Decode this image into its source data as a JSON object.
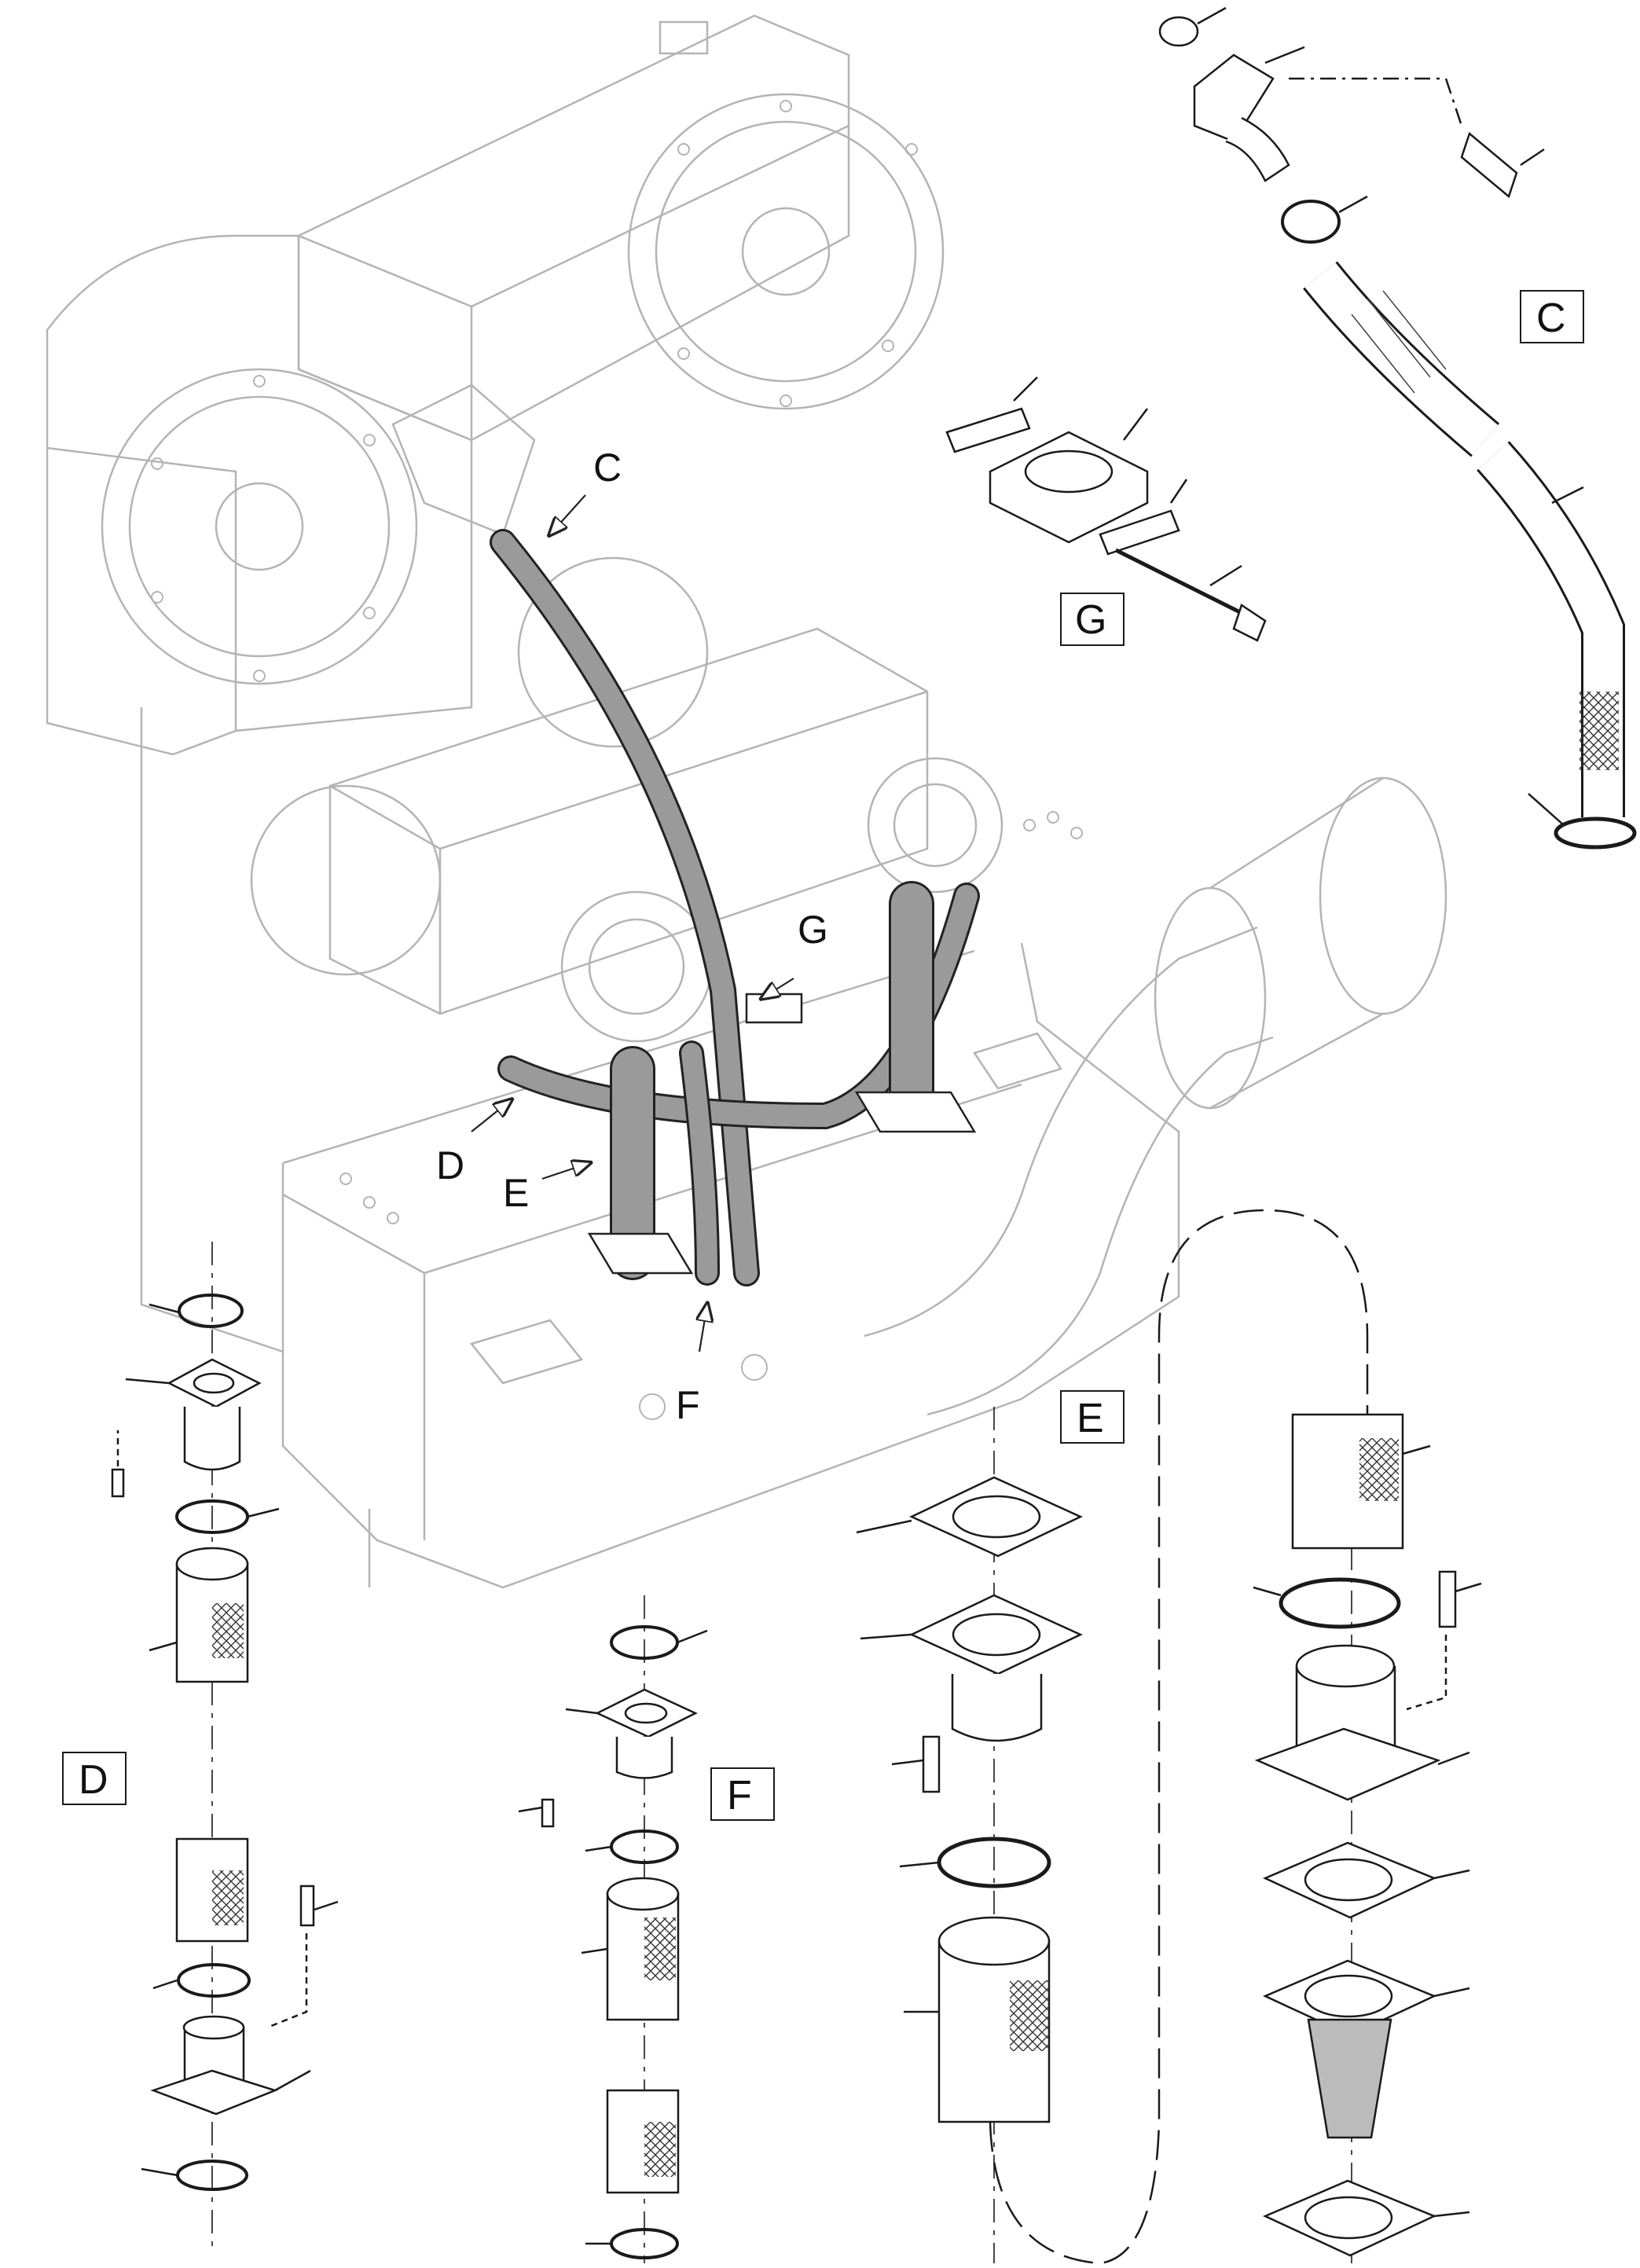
{
  "callouts": {
    "c": "C",
    "d": "D",
    "e": "E",
    "f": "F",
    "g": "G"
  },
  "detail_labels": {
    "c": "C",
    "d": "D",
    "e": "E",
    "f": "F",
    "g": "G"
  },
  "colors": {
    "ink": "#1a1a1a",
    "faint": "#b4b4b4",
    "hose": "#9a9a9a"
  }
}
